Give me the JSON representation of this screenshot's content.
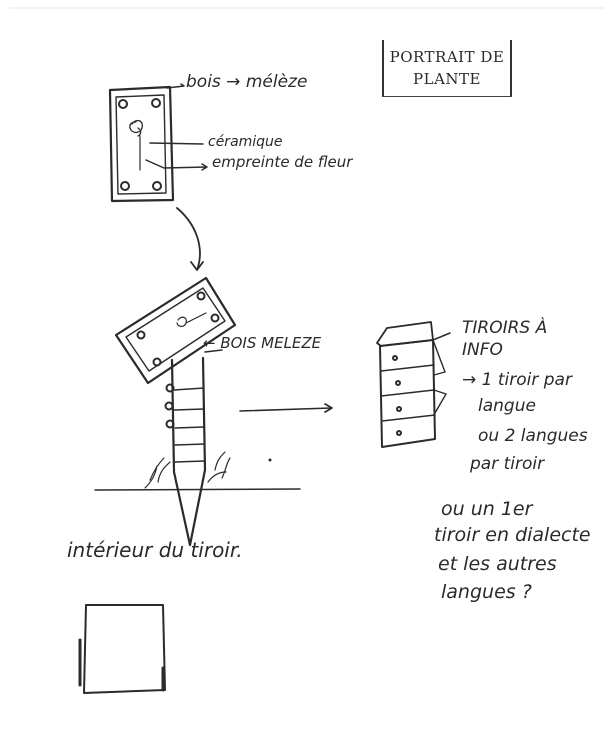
{
  "title": {
    "line1": "PORTRAIT DE",
    "line2": "PLANTE"
  },
  "labels": {
    "wood_top": "bois → mélèze",
    "ceramic": "céramique",
    "imprint": "empreinte de fleur",
    "wood_post": "← BOIS MELEZE",
    "drawers_title_1": "TIROIRS À",
    "drawers_title_2": "INFO",
    "drawer_note_1": "→ 1 tiroir par",
    "drawer_note_2": "langue",
    "drawer_note_3": "ou 2 langues",
    "drawer_note_4": "par tiroir",
    "question_1": "ou un 1er",
    "question_2": "tiroir en dialecte",
    "question_3": "et les autres",
    "question_4": "langues ?",
    "bottom_caption": "intérieur du tiroir."
  }
}
